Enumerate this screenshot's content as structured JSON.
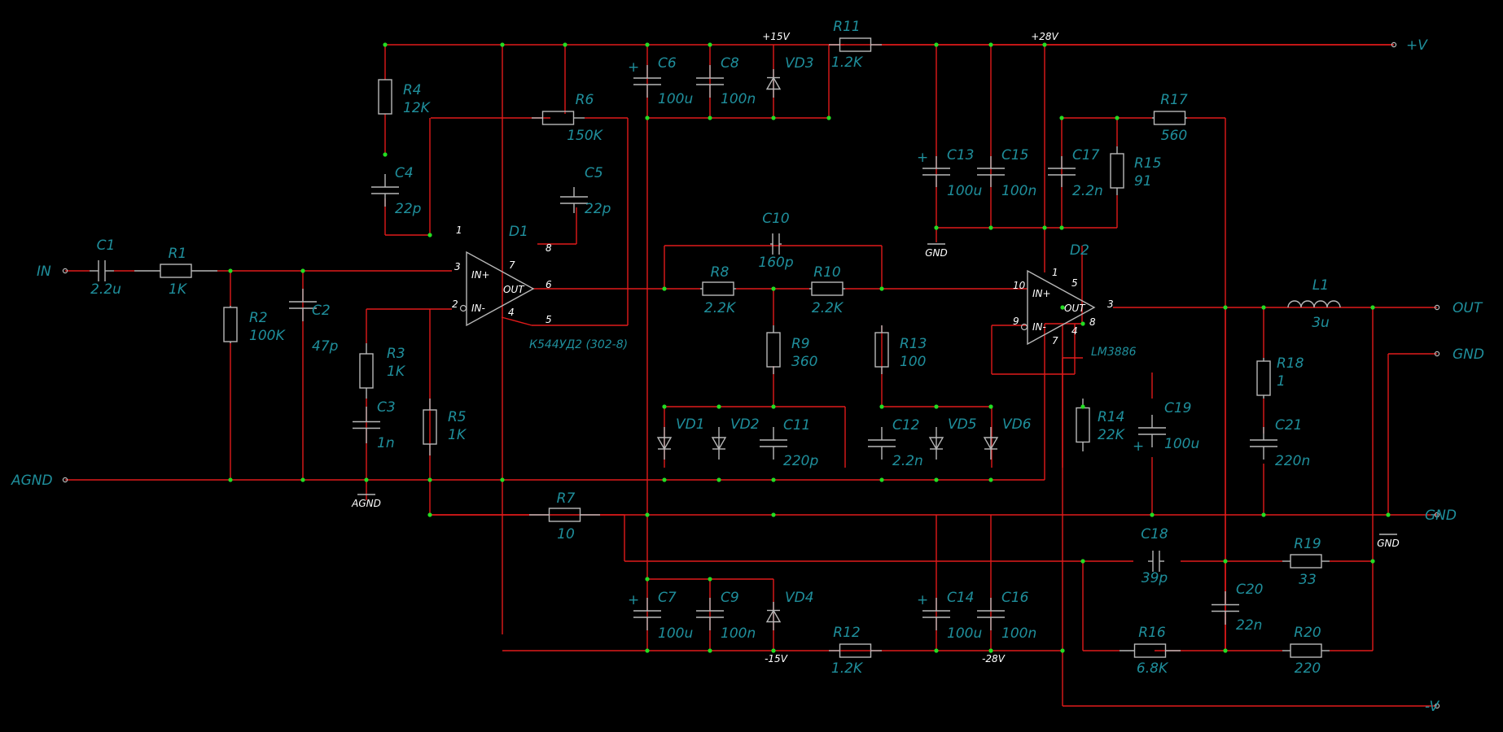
{
  "components": [
    {
      "ref": "C1",
      "val": "2.2u"
    },
    {
      "ref": "R1",
      "val": "1K"
    },
    {
      "ref": "R2",
      "val": "100K"
    },
    {
      "ref": "C2",
      "val": "47p"
    },
    {
      "ref": "R3",
      "val": "1K"
    },
    {
      "ref": "C3",
      "val": "1n"
    },
    {
      "ref": "R4",
      "val": "12K"
    },
    {
      "ref": "C4",
      "val": "22p"
    },
    {
      "ref": "R5",
      "val": "1K"
    },
    {
      "ref": "R6",
      "val": "150K"
    },
    {
      "ref": "C5",
      "val": "22p"
    },
    {
      "ref": "C6",
      "val": "100u"
    },
    {
      "ref": "C8",
      "val": "100n"
    },
    {
      "ref": "R11",
      "val": "1.2K"
    },
    {
      "ref": "R8",
      "val": "2.2K"
    },
    {
      "ref": "R10",
      "val": "2.2K"
    },
    {
      "ref": "C10",
      "val": "160p"
    },
    {
      "ref": "R9",
      "val": "360"
    },
    {
      "ref": "R13",
      "val": "100"
    },
    {
      "ref": "C11",
      "val": "220p"
    },
    {
      "ref": "C12",
      "val": "2.2n"
    },
    {
      "ref": "R7",
      "val": "10"
    },
    {
      "ref": "C7",
      "val": "100u"
    },
    {
      "ref": "C9",
      "val": "100n"
    },
    {
      "ref": "R12",
      "val": "1.2K"
    },
    {
      "ref": "C13",
      "val": "100u"
    },
    {
      "ref": "C15",
      "val": "100n"
    },
    {
      "ref": "C17",
      "val": "2.2n"
    },
    {
      "ref": "R15",
      "val": "91"
    },
    {
      "ref": "R17",
      "val": "560"
    },
    {
      "ref": "C14",
      "val": "100u"
    },
    {
      "ref": "C16",
      "val": "100n"
    },
    {
      "ref": "R14",
      "val": "22K"
    },
    {
      "ref": "C19",
      "val": "100u"
    },
    {
      "ref": "C18",
      "val": "39p"
    },
    {
      "ref": "R19",
      "val": "33"
    },
    {
      "ref": "C20",
      "val": "22n"
    },
    {
      "ref": "R16",
      "val": "6.8K"
    },
    {
      "ref": "R20",
      "val": "220"
    },
    {
      "ref": "L1",
      "val": "3u"
    },
    {
      "ref": "R18",
      "val": "1"
    },
    {
      "ref": "C21",
      "val": "220n"
    }
  ],
  "diodes": [
    "VD1",
    "VD2",
    "VD3",
    "VD4",
    "VD5",
    "VD6"
  ],
  "ics": [
    {
      "ref": "D1",
      "part": "К544УД2 (302-8)"
    },
    {
      "ref": "D2",
      "part": "LM3886"
    }
  ],
  "ports": {
    "in": "IN",
    "agnd_left": "AGND",
    "plus_v": "+V",
    "out": "OUT",
    "gnd_top": "GND",
    "gnd_bottom": "GND",
    "minus_v": "-V"
  },
  "rails": {
    "p15": "+15V",
    "p28": "+28V",
    "n15": "-15V",
    "n28": "-28V"
  },
  "grounds": {
    "gnd1": "GND",
    "gnd2": "GND",
    "agnd": "AGND"
  },
  "pins": {
    "in_plus": "IN+",
    "in_minus": "IN-",
    "out": "OUT"
  },
  "colors": {
    "wire": "#e01a1a",
    "component": "#b8b8b8",
    "junction": "#22dd22",
    "label": "#1f8f9c",
    "background": "#000000"
  }
}
